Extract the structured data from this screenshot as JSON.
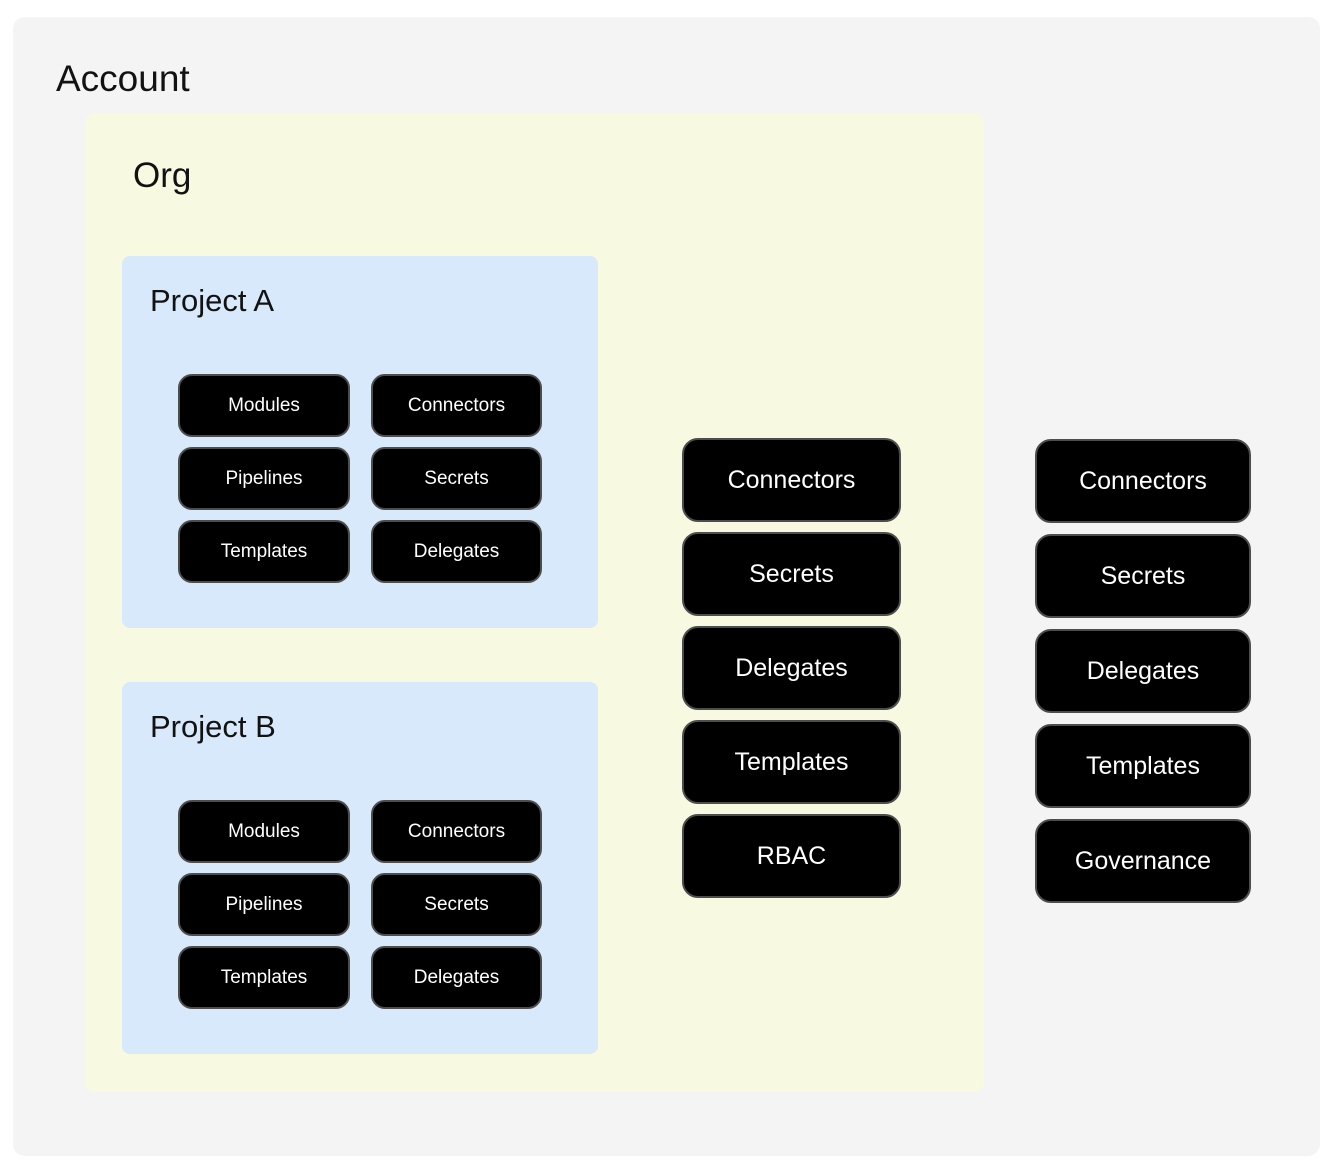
{
  "colors": {
    "page_bg": "#ffffff",
    "account_bg": "#f4f4f4",
    "org_bg": "#f7f9e0",
    "project_bg": "#d7e9fb",
    "node_bg": "#000000",
    "node_border": "#4d4d4d",
    "node_text": "#ffffff",
    "title_text": "#121212"
  },
  "account": {
    "title": "Account",
    "buttons": [
      "Connectors",
      "Secrets",
      "Delegates",
      "Templates",
      "Governance"
    ],
    "org": {
      "title": "Org",
      "buttons": [
        "Connectors",
        "Secrets",
        "Delegates",
        "Templates",
        "RBAC"
      ],
      "projects": [
        {
          "title": "Project A",
          "buttons": [
            "Modules",
            "Connectors",
            "Pipelines",
            "Secrets",
            "Templates",
            "Delegates"
          ]
        },
        {
          "title": "Project B",
          "buttons": [
            "Modules",
            "Connectors",
            "Pipelines",
            "Secrets",
            "Templates",
            "Delegates"
          ]
        }
      ]
    }
  }
}
